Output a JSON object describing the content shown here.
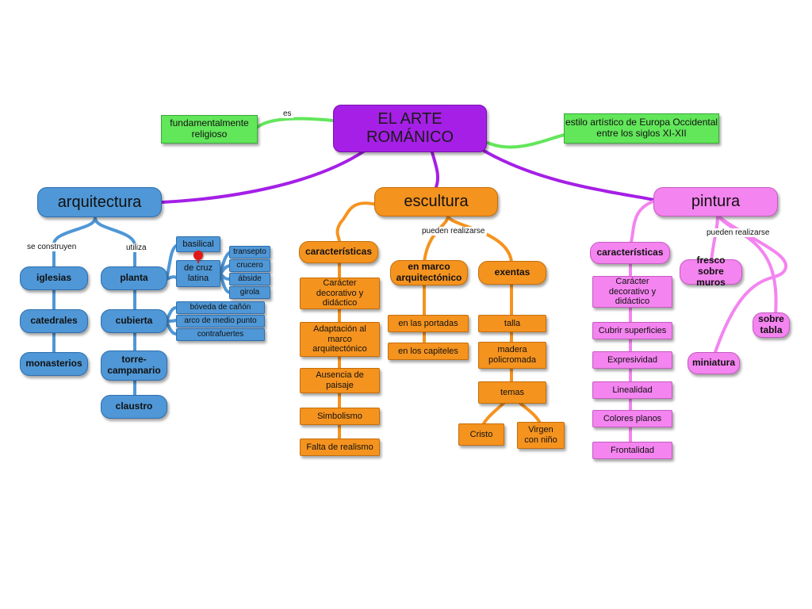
{
  "colors": {
    "purple": "#a51fe6",
    "green": "#62e65a",
    "blue": "#4f97d6",
    "orange": "#f5931f",
    "pink": "#f484f0"
  },
  "center": {
    "title": "EL ARTE ROMÁNICO"
  },
  "left_def": "fundamentalmente religioso",
  "right_def": "estilo artístico de Europa Occidental entre los siglos XI-XII",
  "link_es": "es",
  "arquitectura": {
    "title": "arquitectura",
    "link_se_construyen": "se construyen",
    "link_utiliza": "utiliza",
    "iglesias": "iglesias",
    "catedrales": "catedrales",
    "monasterios": "monasterios",
    "planta": "planta",
    "cubierta": "cubierta",
    "torre": "torre-campanario",
    "claustro": "claustro",
    "basilical": "basilical",
    "cruz_latina": "de cruz latina",
    "transepto": "transepto",
    "crucero": "crucero",
    "abside": "ábside",
    "girola": "girola",
    "boveda": "bóveda de cañón",
    "arco": "arco de medio punto",
    "contrafuertes": "contrafuertes"
  },
  "escultura": {
    "title": "escultura",
    "link_pueden": "pueden realizarse",
    "caracteristicas": "características",
    "c1": "Carácter decorativo y didáctico",
    "c2": "Adaptación al marco arquitectónico",
    "c3": "Ausencia de paisaje",
    "c4": "Simbolismo",
    "c5": "Falta de realismo",
    "marco": "en marco arquitectónico",
    "portadas": "en las portadas",
    "capiteles": "en los capiteles",
    "exentas": "exentas",
    "talla": "talla",
    "madera": "madera policromada",
    "temas": "temas",
    "cristo": "Cristo",
    "virgen": "Virgen con niño"
  },
  "pintura": {
    "title": "pintura",
    "link_pueden": "pueden realizarse",
    "caracteristicas": "características",
    "c1": "Carácter decorativo y didáctico",
    "c2": "Cubrir superficies",
    "c3": "Expresividad",
    "c4": "Linealidad",
    "c5": "Colores planos",
    "c6": "Frontalidad",
    "fresco": "fresco sobre muros",
    "tabla": "sobre tabla",
    "miniatura": "miniatura"
  }
}
